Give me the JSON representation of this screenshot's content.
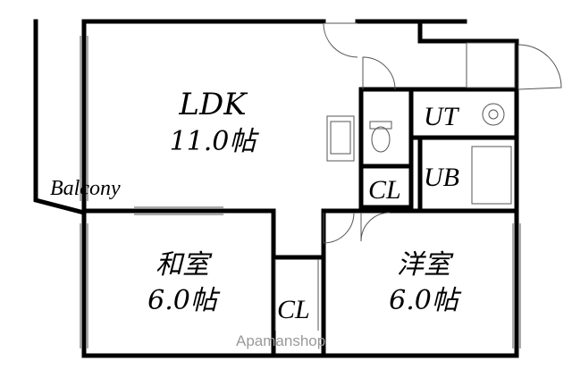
{
  "rooms": {
    "ldk": {
      "name": "LDK",
      "size": "11.0帖"
    },
    "washitsu": {
      "name": "和室",
      "size": "6.0帖"
    },
    "yoshitsu": {
      "name": "洋室",
      "size": "6.0帖"
    }
  },
  "labels": {
    "balcony": "Balcony",
    "ut": "UT",
    "ub": "UB",
    "cl_upper": "CL",
    "cl_lower": "CL"
  },
  "watermark": "Apamanshop",
  "colors": {
    "wall": "#000000",
    "thin": "#555555",
    "background": "#ffffff"
  }
}
